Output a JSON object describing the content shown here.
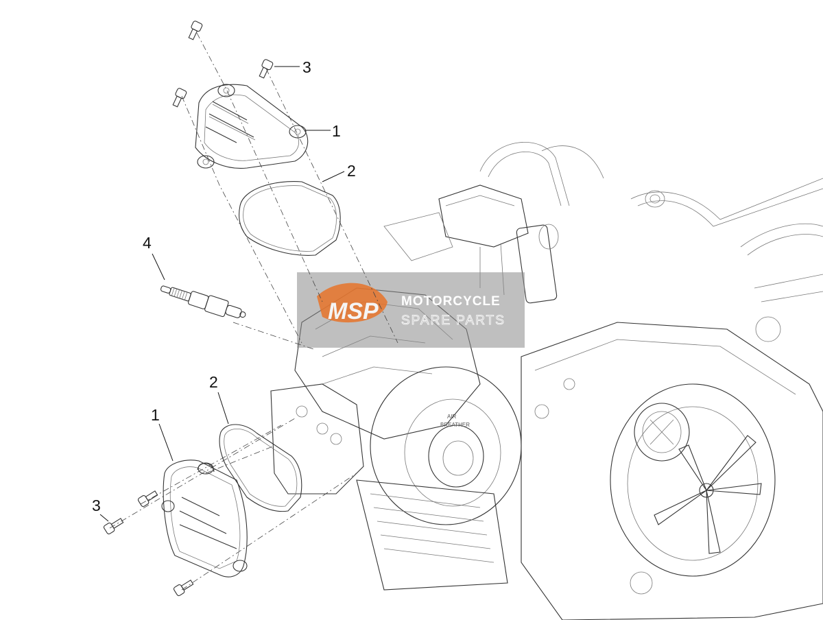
{
  "callouts": [
    {
      "id": "c3-top",
      "label": "3"
    },
    {
      "id": "c1-top",
      "label": "1"
    },
    {
      "id": "c2-top",
      "label": "2"
    },
    {
      "id": "c4",
      "label": "4"
    },
    {
      "id": "c2-bottom",
      "label": "2"
    },
    {
      "id": "c1-bottom",
      "label": "1"
    },
    {
      "id": "c3-bottom",
      "label": "3"
    }
  ],
  "watermark": {
    "logo": "MSP",
    "title": "MOTORCYCLE",
    "subtitle": "SPARE PARTS",
    "logo_color": "#e8742a",
    "box_color": "#8a8a8a"
  },
  "engine_stamp": {
    "line1": "AIR",
    "line2": "BREATHER"
  }
}
